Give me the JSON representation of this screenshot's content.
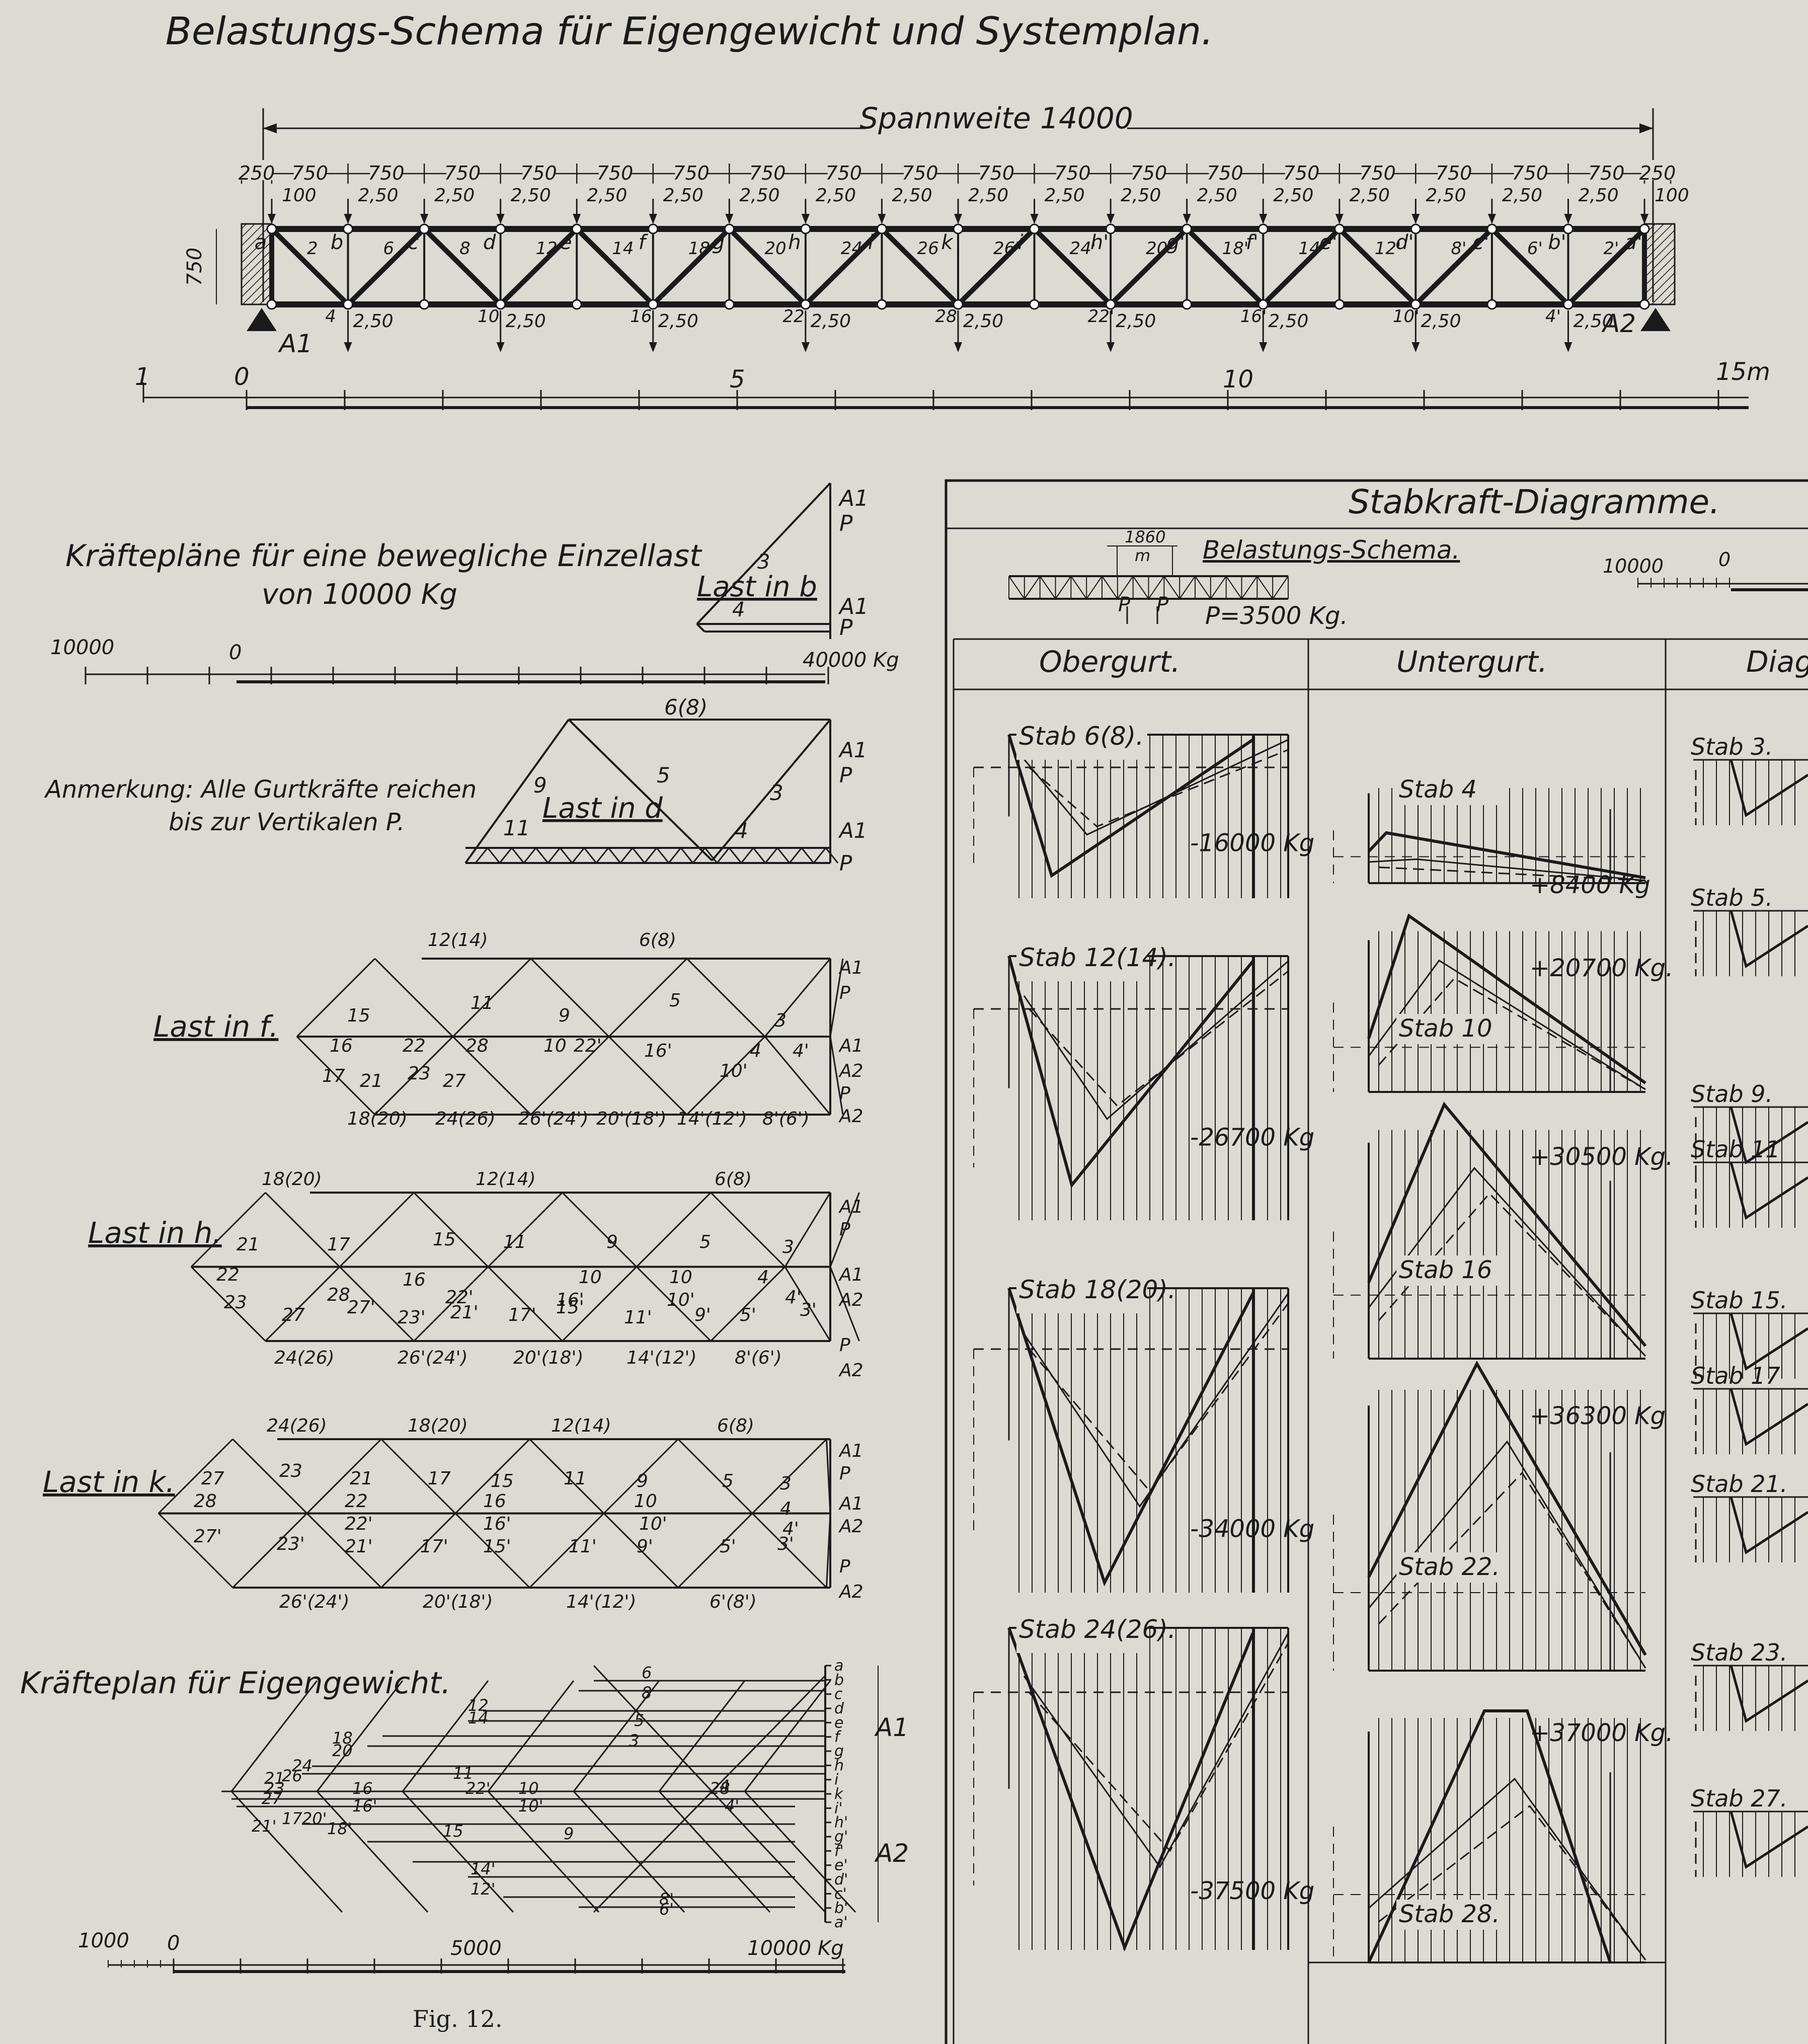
{
  "header": {
    "title": "Belastungs-Schema für Eigengewicht und Systemplan.",
    "span_label": "Spannweite 14000"
  },
  "truss": {
    "panel_dims": [
      "250",
      "750",
      "750",
      "750",
      "750",
      "750",
      "750",
      "750",
      "750",
      "750",
      "750",
      "750",
      "750",
      "750",
      "750",
      "750",
      "750",
      "750",
      "750",
      "250"
    ],
    "height_label": "750",
    "top_loads_end": "100",
    "load_value": "2,50",
    "top_nodes": [
      "a",
      "b",
      "c",
      "d",
      "e",
      "f",
      "g",
      "h",
      "i",
      "k",
      "i'",
      "h'",
      "g'",
      "f'",
      "e'",
      "d'",
      "c'",
      "b'",
      "a'"
    ],
    "support_left": "A1",
    "support_right": "A2",
    "bar_labels_top": [
      "2",
      "6",
      "8",
      "12",
      "14",
      "18",
      "20",
      "24",
      "26",
      "26'",
      "24'",
      "20'",
      "18'",
      "14'",
      "12'",
      "8'",
      "6'",
      "2'"
    ],
    "bar_labels_bottom": [
      "4",
      "10",
      "16",
      "22",
      "28",
      "22'",
      "16'",
      "10'",
      "4'"
    ]
  },
  "scale_top": {
    "ticks": [
      "1",
      "0",
      "5",
      "10",
      "15m"
    ]
  },
  "left": {
    "forceplans_title": "Kräftepläne für eine bewegliche Einzellast",
    "forceplans_subtitle": "von 10000 Kg",
    "scale": {
      "ticks": [
        "10000",
        "0",
        "40000 Kg"
      ]
    },
    "note": "Anmerkung: Alle Gurtkräfte reichen",
    "note2": "bis zur Vertikalen P.",
    "last_b": "Last in b",
    "last_d": "Last in d",
    "last_f": "Last in f.",
    "last_h": "Last in h.",
    "last_k": "Last in k.",
    "eigengewicht_title": "Kräfteplan für Eigengewicht.",
    "scale2": {
      "ticks": [
        "1000",
        "0",
        "5000",
        "10000 Kg"
      ]
    },
    "fig_label": "Fig. 12.",
    "plan_d_labels": [
      "6(8)",
      "9",
      "5",
      "3",
      "11",
      "4",
      "A1",
      "P",
      "A1",
      "P"
    ],
    "plan_f_labels": [
      "12(14)",
      "6(8)",
      "15",
      "11",
      "9",
      "5",
      "3",
      "16",
      "22",
      "28",
      "10",
      "22'",
      "16'",
      "4",
      "4'",
      "10'",
      "17",
      "21",
      "23",
      "27",
      "18(20)",
      "24(26)",
      "26'(24')",
      "20'(18')",
      "14'(12')",
      "8'(6')",
      "A1",
      "P",
      "A1",
      "A2",
      "P",
      "A2"
    ],
    "plan_h_labels": [
      "18(20)",
      "12(14)",
      "6(8)",
      "21",
      "17",
      "15",
      "11",
      "9",
      "5",
      "3",
      "22",
      "16",
      "10",
      "10",
      "4",
      "23",
      "28",
      "22'",
      "16'",
      "10'",
      "4'",
      "27",
      "27'",
      "23'",
      "21'",
      "17'",
      "15'",
      "11'",
      "9'",
      "5'",
      "3'",
      "24(26)",
      "26'(24')",
      "20'(18')",
      "14'(12')",
      "8'(6')",
      "A1",
      "P",
      "A1",
      "A2",
      "P",
      "A2"
    ],
    "plan_k_labels": [
      "24(26)",
      "18(20)",
      "12(14)",
      "6(8)",
      "27",
      "23",
      "21",
      "17",
      "15",
      "11",
      "9",
      "5",
      "3",
      "28",
      "22",
      "16",
      "10",
      "4",
      "22'",
      "16'",
      "10'",
      "4'",
      "27'",
      "23'",
      "21'",
      "17'",
      "15'",
      "11'",
      "9'",
      "5'",
      "3'",
      "26'(24')",
      "20'(18')",
      "14'(12')",
      "6'(8')",
      "A1",
      "P",
      "A1",
      "A2",
      "P",
      "A2"
    ],
    "eigen_labels": [
      "6",
      "8",
      "12",
      "14",
      "18",
      "20",
      "24",
      "26",
      "21",
      "27",
      "23",
      "16",
      "28",
      "22'",
      "17",
      "11",
      "10",
      "4",
      "4'",
      "10'",
      "16'",
      "20'",
      "18'",
      "14'",
      "12'",
      "8'",
      "6'",
      "3",
      "5",
      "9",
      "15",
      "21'",
      "A1",
      "A2"
    ],
    "eigen_letters": [
      "a",
      "b",
      "c",
      "d",
      "e",
      "f",
      "g",
      "h",
      "i",
      "k",
      "i'",
      "h'",
      "g'",
      "f'",
      "e'",
      "d'",
      "c'",
      "b'",
      "a'"
    ],
    "last_b_labels": [
      "A1",
      "P",
      "3",
      "4",
      "A1",
      "P"
    ]
  },
  "right": {
    "title": "Stabkraft-Diagramme.",
    "schema_label": "Belastungs-Schema.",
    "dim_1860": "1860",
    "dim_m": "m",
    "load_label": "P=3500 Kg.",
    "p_labels": [
      "P",
      "P"
    ],
    "scale_ticks": [
      "10000",
      "0"
    ],
    "col_headers": [
      "Obergurt.",
      "Untergurt.",
      "Diag"
    ],
    "obergurt": [
      {
        "name": "Stab 6(8).",
        "max": "-16000 Kg"
      },
      {
        "name": "Stab 12(14).",
        "max": "-26700 Kg"
      },
      {
        "name": "Stab 18(20).",
        "max": "-34000 Kg"
      },
      {
        "name": "Stab 24(26).",
        "max": "-37500 Kg"
      }
    ],
    "untergurt": [
      {
        "name": "Stab 4",
        "max": "+8400 Kg"
      },
      {
        "name": "Stab 10",
        "max": "+20700 Kg."
      },
      {
        "name": "Stab 16",
        "max": "+30500 Kg."
      },
      {
        "name": "Stab 22.",
        "max": "+36300 Kg"
      },
      {
        "name": "Stab 28.",
        "max": "+37000 Kg."
      }
    ],
    "diagonal_labels": [
      "Stab 3.",
      "Stab 5.",
      "Stab 9.",
      "Stab 11",
      "Stab 15.",
      "Stab 17",
      "Stab 21.",
      "Stab 23.",
      "Stab 27."
    ]
  }
}
